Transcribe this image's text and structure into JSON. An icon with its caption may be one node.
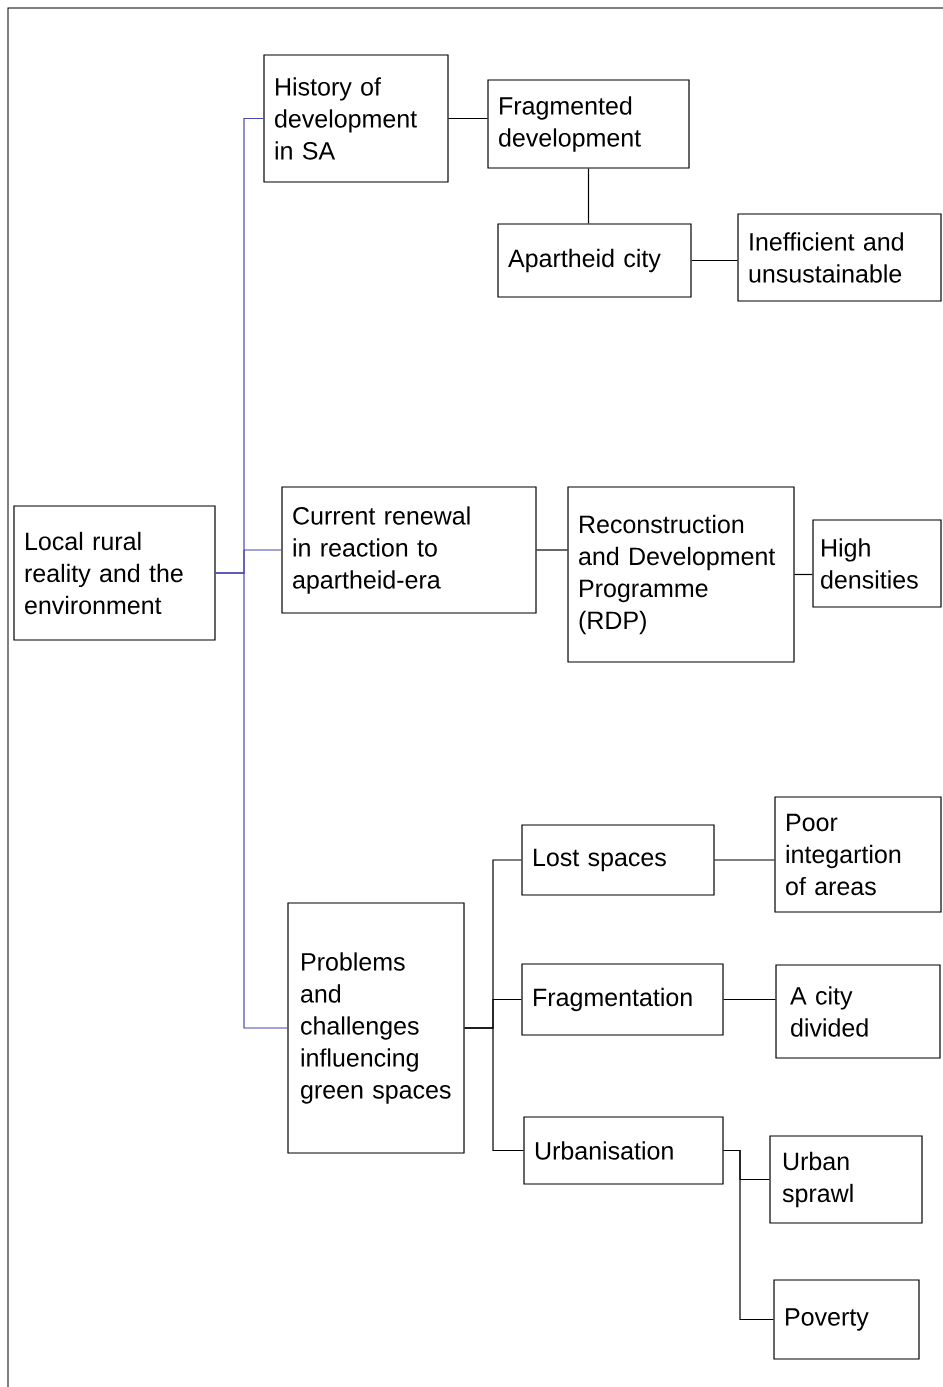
{
  "diagram": {
    "nodes": [
      {
        "text": [
          "Local rural reality and the environment"
        ]
      },
      {
        "text": [
          "History of development in SA"
        ]
      },
      {
        "text": [
          "Fragmented development"
        ]
      },
      {
        "text": [
          "Apartheid city"
        ]
      },
      {
        "text": [
          "Inefficient and unsustainable"
        ]
      },
      {
        "text": [
          "Current renewal in reaction to apartheid-era"
        ]
      },
      {
        "text": [
          "Reconstruction and Development Programme (RDP)"
        ]
      },
      {
        "text": [
          "High densities"
        ]
      },
      {
        "text": [
          "Problems and challenges influencing green spaces"
        ]
      },
      {
        "text": [
          "Lost spaces"
        ]
      },
      {
        "text": [
          "Poor integartion of areas"
        ]
      },
      {
        "text": [
          "Fragmentation"
        ]
      },
      {
        "text": [
          "A city divided"
        ]
      },
      {
        "text": [
          "Urbanisation"
        ]
      },
      {
        "text": [
          "Urban sprawl"
        ]
      },
      {
        "text": [
          "Poverty"
        ]
      }
    ],
    "edges": [
      {
        "from": 0,
        "to": 1,
        "arrow": "none",
        "color": "#4848b0"
      },
      {
        "from": 0,
        "to": 5,
        "arrow": "none",
        "color": "#4848b0"
      },
      {
        "from": 0,
        "to": 8,
        "arrow": "none",
        "color": "#4848b0"
      },
      {
        "from": 1,
        "to": 2,
        "arrow": "none"
      },
      {
        "from": 2,
        "to": 3,
        "arrow": "none"
      },
      {
        "from": 3,
        "to": 4,
        "arrow": "none"
      },
      {
        "from": 5,
        "to": 6,
        "arrow": "none"
      },
      {
        "from": 6,
        "to": 7,
        "arrow": "none"
      },
      {
        "from": 8,
        "to": 9,
        "arrow": "none"
      },
      {
        "from": 8,
        "to": 11,
        "arrow": "none"
      },
      {
        "from": 8,
        "to": 13,
        "arrow": "none"
      },
      {
        "from": 9,
        "to": 10,
        "arrow": "none"
      },
      {
        "from": 11,
        "to": 12,
        "arrow": "none"
      },
      {
        "from": 13,
        "to": 14,
        "arrow": "none"
      },
      {
        "from": 13,
        "to": 15,
        "arrow": "none"
      }
    ]
  }
}
